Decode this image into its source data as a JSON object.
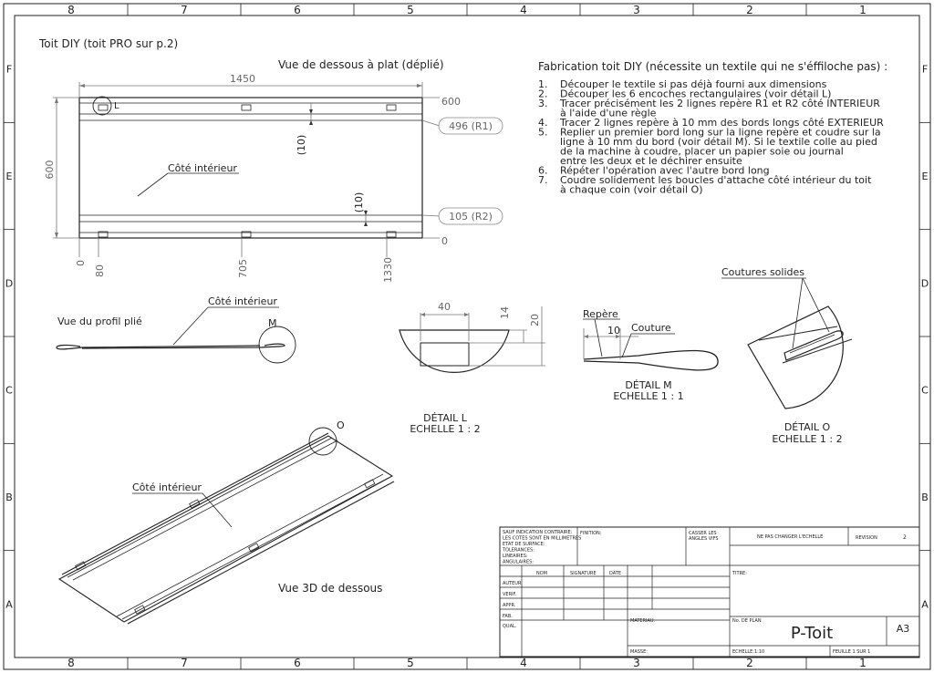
{
  "border": {
    "columns": [
      "8",
      "7",
      "6",
      "5",
      "4",
      "3",
      "2",
      "1"
    ],
    "rows": [
      "F",
      "E",
      "D",
      "C",
      "B",
      "A"
    ]
  },
  "headings": {
    "title": "Toit DIY (toit PRO sur p.2)",
    "flat_view": "Vue de dessous à plat (déplié)",
    "profile_view": "Vue du profil plié",
    "view_3d": "Vue 3D de dessous"
  },
  "flat_dims": {
    "width": "1450",
    "height": "600",
    "right_top": "600",
    "r1": "496 (R1)",
    "r2": "105 (R2)",
    "right_bottom": "0",
    "offset_top": "(10)",
    "offset_bottom": "(10)",
    "x0": "0",
    "x80": "80",
    "x705": "705",
    "x1330": "1330",
    "detail_l_marker": "L",
    "interior_side": "Côté intérieur"
  },
  "profile": {
    "interior_side": "Côté intérieur",
    "detail_marker": "M"
  },
  "view3d": {
    "interior_side": "Côté intérieur",
    "detail_marker": "O"
  },
  "detail_l": {
    "dim_40": "40",
    "dim_14": "14",
    "dim_20": "20",
    "caption1": "DÉTAIL L",
    "caption2": "ECHELLE 1 : 2"
  },
  "detail_m": {
    "repere": "Repère",
    "couture": "Couture",
    "dim_10": "10",
    "caption1": "DÉTAIL M",
    "caption2": "ECHELLE 1 : 1"
  },
  "detail_o": {
    "coutures": "Coutures solides",
    "caption1": "DÉTAIL O",
    "caption2": "ECHELLE 1 : 2"
  },
  "instructions": {
    "heading": "Fabrication toit DIY (nécessite un textile qui ne s'éffiloche pas) :",
    "steps": [
      {
        "n": "1.",
        "lines": [
          "Découper le textile si pas déjà fourni aux dimensions"
        ]
      },
      {
        "n": "2.",
        "lines": [
          "Découper les 6 encoches rectangulaires (voir détail L)"
        ]
      },
      {
        "n": "3.",
        "lines": [
          "Tracer précisément les 2 lignes repère R1 et R2 côté INTERIEUR",
          "à l'aide d'une règle"
        ]
      },
      {
        "n": "4.",
        "lines": [
          "Tracer 2 lignes repère à 10 mm des bords longs côté EXTERIEUR"
        ]
      },
      {
        "n": "5.",
        "lines": [
          "Replier un premier bord long sur la ligne repère et coudre sur la",
          "ligne à 10 mm du bord (voir détail M). Si le textile colle au pied",
          "de la machine à coudre, placer un papier soie ou journal",
          "entre les deux et le déchirer ensuite"
        ]
      },
      {
        "n": "6.",
        "lines": [
          "Répéter l'opération avec l'autre bord long"
        ]
      },
      {
        "n": "7.",
        "lines": [
          "Coudre solidement les boucles d'attache côté intérieur du toit",
          "à chaque coin (voir détail O)"
        ]
      }
    ]
  },
  "title_block": {
    "general_note": [
      "SAUF INDICATION CONTRAIRE:",
      "LES COTES SONT EN MILLIMETRES",
      "ETAT DE SURFACE:",
      "TOLERANCES:",
      "   LINEAIRES:",
      "   ANGULAIRES:"
    ],
    "finition": "FINITION:",
    "casser": [
      "CASSER LES",
      "ANGLES VIFS"
    ],
    "ne_pas_changer": "NE PAS CHANGER L'ECHELLE",
    "revision_label": "REVISION",
    "revision_value": "2",
    "col_nom": "NOM",
    "col_signature": "SIGNATURE",
    "col_date": "DATE",
    "titre_label": "TITRE:",
    "rows": [
      "AUTEUR",
      "VERIF.",
      "APPR.",
      "FAB.",
      "QUAL."
    ],
    "materiau": "MATERIAU:",
    "no_plan_label": "No. DE PLAN",
    "plan_title": "P-Toit",
    "format": "A3",
    "masse": "MASSE:",
    "echelle": "ECHELLE:1:10",
    "feuille": "FEUILLE 1 SUR 1"
  }
}
